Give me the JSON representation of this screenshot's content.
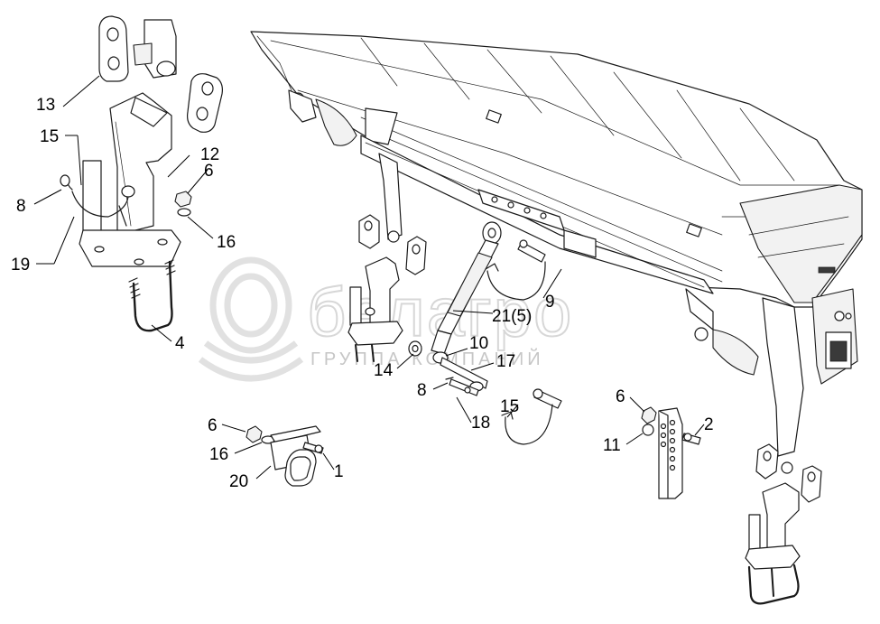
{
  "watermark": {
    "brand": "белагро",
    "tagline": "ГРУППА КОМПАНИЙ"
  },
  "callouts": [
    {
      "id": "c13a",
      "text": "13"
    },
    {
      "id": "c15a",
      "text": "15"
    },
    {
      "id": "c12",
      "text": "12"
    },
    {
      "id": "c6a",
      "text": "6"
    },
    {
      "id": "c8a",
      "text": "8"
    },
    {
      "id": "c16a",
      "text": "16"
    },
    {
      "id": "c19",
      "text": "19"
    },
    {
      "id": "c4",
      "text": "4"
    },
    {
      "id": "c9",
      "text": "9"
    },
    {
      "id": "c21",
      "text": "21(5)"
    },
    {
      "id": "c10",
      "text": "10"
    },
    {
      "id": "c14",
      "text": "14"
    },
    {
      "id": "c17",
      "text": "17"
    },
    {
      "id": "c8b",
      "text": "8"
    },
    {
      "id": "c15b",
      "text": "15"
    },
    {
      "id": "c18",
      "text": "18"
    },
    {
      "id": "c6b",
      "text": "6"
    },
    {
      "id": "c16b",
      "text": "16"
    },
    {
      "id": "c20",
      "text": "20"
    },
    {
      "id": "c1",
      "text": "1"
    },
    {
      "id": "c6c",
      "text": "6"
    },
    {
      "id": "c2",
      "text": "2"
    },
    {
      "id": "c11",
      "text": "11"
    }
  ]
}
